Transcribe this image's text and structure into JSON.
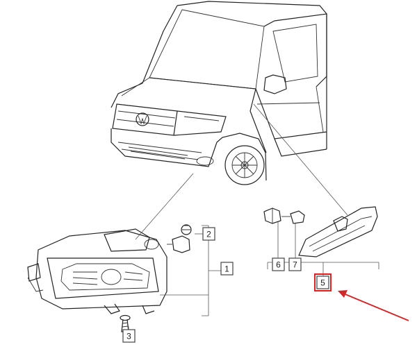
{
  "callouts": [
    {
      "number": "1"
    },
    {
      "number": "2"
    },
    {
      "number": "3"
    },
    {
      "number": "5"
    },
    {
      "number": "6"
    },
    {
      "number": "7"
    }
  ],
  "highlight": {
    "callout": "5",
    "box_color": "#e02020",
    "arrow_color": "#d0282a"
  },
  "colors": {
    "line": "#222222",
    "background": "#ffffff"
  }
}
